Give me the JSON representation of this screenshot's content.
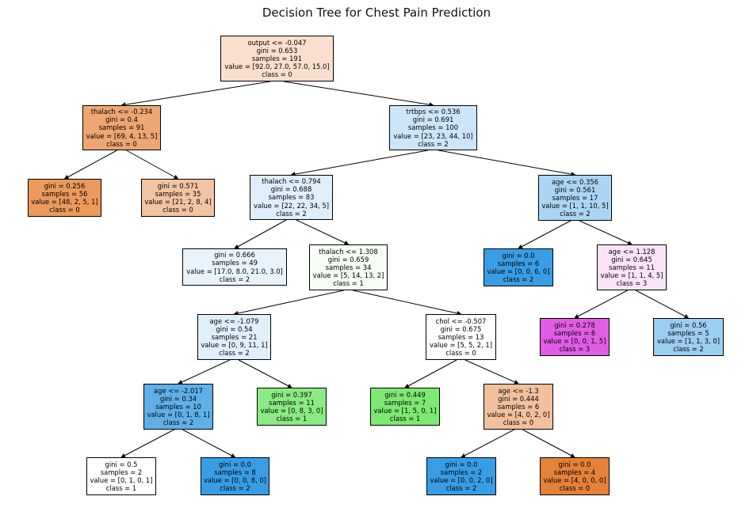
{
  "title": "Decision Tree for Chest Pain Prediction",
  "nodes": [
    {
      "id": "n0",
      "lines": [
        "output <= -0.047",
        "gini = 0.653",
        "samples = 191",
        "value = [92.0, 27.0, 57.0, 15.0]",
        "class = 0"
      ],
      "fill": "#fadfcf"
    },
    {
      "id": "n1",
      "lines": [
        "thalach <= -0.234",
        "gini = 0.4",
        "samples = 91",
        "value = [69, 4, 13, 5]",
        "class = 0"
      ],
      "fill": "#eea673"
    },
    {
      "id": "n2",
      "lines": [
        "gini = 0.256",
        "samples = 56",
        "value = [48, 2, 5, 1]",
        "class = 0"
      ],
      "fill": "#ea9a5b"
    },
    {
      "id": "n3",
      "lines": [
        "gini = 0.571",
        "samples = 35",
        "value = [21, 2, 8, 4]",
        "class = 0"
      ],
      "fill": "#f3c4a2"
    },
    {
      "id": "n4",
      "lines": [
        "trtbps <= 0.536",
        "gini = 0.691",
        "samples = 100",
        "value = [23, 23, 44, 10]",
        "class = 2"
      ],
      "fill": "#cde5f8"
    },
    {
      "id": "n5",
      "lines": [
        "thalach <= 0.794",
        "gini = 0.688",
        "samples = 83",
        "value = [22, 22, 34, 5]",
        "class = 2"
      ],
      "fill": "#deeefb"
    },
    {
      "id": "n6",
      "lines": [
        "gini = 0.666",
        "samples = 49",
        "value = [17.0, 8.0, 21.0, 3.0]",
        "class = 2"
      ],
      "fill": "#e8f3fc"
    },
    {
      "id": "n7",
      "lines": [
        "thalach <= 1.308",
        "gini = 0.659",
        "samples = 34",
        "value = [5, 14, 13, 2]",
        "class = 1"
      ],
      "fill": "#f6fdf4"
    },
    {
      "id": "n8",
      "lines": [
        "age <= -1.079",
        "gini = 0.54",
        "samples = 21",
        "value = [0, 9, 11, 1]",
        "class = 2"
      ],
      "fill": "#dfeffb"
    },
    {
      "id": "n9",
      "lines": [
        "age <= -2.017",
        "gini = 0.34",
        "samples = 10",
        "value = [0, 1, 8, 1]",
        "class = 2"
      ],
      "fill": "#5fb0ea"
    },
    {
      "id": "n10",
      "lines": [
        "gini = 0.5",
        "samples = 2",
        "value = [0, 1, 0, 1]",
        "class = 1"
      ],
      "fill": "#ffffff"
    },
    {
      "id": "n11",
      "lines": [
        "gini = 0.0",
        "samples = 8",
        "value = [0, 0, 8, 0]",
        "class = 2"
      ],
      "fill": "#399de5"
    },
    {
      "id": "n12",
      "lines": [
        "gini = 0.397",
        "samples = 11",
        "value = [0, 8, 3, 0]",
        "class = 1"
      ],
      "fill": "#8bea83"
    },
    {
      "id": "n13",
      "lines": [
        "chol <= -0.507",
        "gini = 0.675",
        "samples = 13",
        "value = [5, 5, 2, 1]",
        "class = 0"
      ],
      "fill": "#ffffff"
    },
    {
      "id": "n14",
      "lines": [
        "gini = 0.449",
        "samples = 7",
        "value = [1, 5, 0, 1]",
        "class = 1"
      ],
      "fill": "#7de973"
    },
    {
      "id": "n15",
      "lines": [
        "age <= -1.3",
        "gini = 0.444",
        "samples = 6",
        "value = [4, 0, 2, 0]",
        "class = 0"
      ],
      "fill": "#f2c09c"
    },
    {
      "id": "n16",
      "lines": [
        "gini = 0.0",
        "samples = 2",
        "value = [0, 0, 2, 0]",
        "class = 2"
      ],
      "fill": "#399de5"
    },
    {
      "id": "n17",
      "lines": [
        "gini = 0.0",
        "samples = 4",
        "value = [4, 0, 0, 0]",
        "class = 0"
      ],
      "fill": "#e58139"
    },
    {
      "id": "n18",
      "lines": [
        "age <= 0.356",
        "gini = 0.561",
        "samples = 17",
        "value = [1, 1, 10, 5]",
        "class = 2"
      ],
      "fill": "#abd5f4"
    },
    {
      "id": "n19",
      "lines": [
        "gini = 0.0",
        "samples = 6",
        "value = [0, 0, 6, 0]",
        "class = 2"
      ],
      "fill": "#399de5"
    },
    {
      "id": "n20",
      "lines": [
        "age <= 1.128",
        "gini = 0.645",
        "samples = 11",
        "value = [1, 1, 4, 5]",
        "class = 3"
      ],
      "fill": "#fae3f9"
    },
    {
      "id": "n21",
      "lines": [
        "gini = 0.278",
        "samples = 6",
        "value = [0, 0, 1, 5]",
        "class = 3"
      ],
      "fill": "#e15de5"
    },
    {
      "id": "n22",
      "lines": [
        "gini = 0.56",
        "samples = 5",
        "value = [1, 1, 3, 0]",
        "class = 2"
      ],
      "fill": "#9ccef2"
    }
  ],
  "edges": [
    [
      "n0",
      "n1"
    ],
    [
      "n0",
      "n4"
    ],
    [
      "n1",
      "n2"
    ],
    [
      "n1",
      "n3"
    ],
    [
      "n4",
      "n5"
    ],
    [
      "n4",
      "n18"
    ],
    [
      "n5",
      "n6"
    ],
    [
      "n5",
      "n7"
    ],
    [
      "n7",
      "n8"
    ],
    [
      "n7",
      "n13"
    ],
    [
      "n8",
      "n9"
    ],
    [
      "n8",
      "n12"
    ],
    [
      "n9",
      "n10"
    ],
    [
      "n9",
      "n11"
    ],
    [
      "n13",
      "n14"
    ],
    [
      "n13",
      "n15"
    ],
    [
      "n15",
      "n16"
    ],
    [
      "n15",
      "n17"
    ],
    [
      "n18",
      "n19"
    ],
    [
      "n18",
      "n20"
    ],
    [
      "n20",
      "n21"
    ],
    [
      "n20",
      "n22"
    ]
  ]
}
